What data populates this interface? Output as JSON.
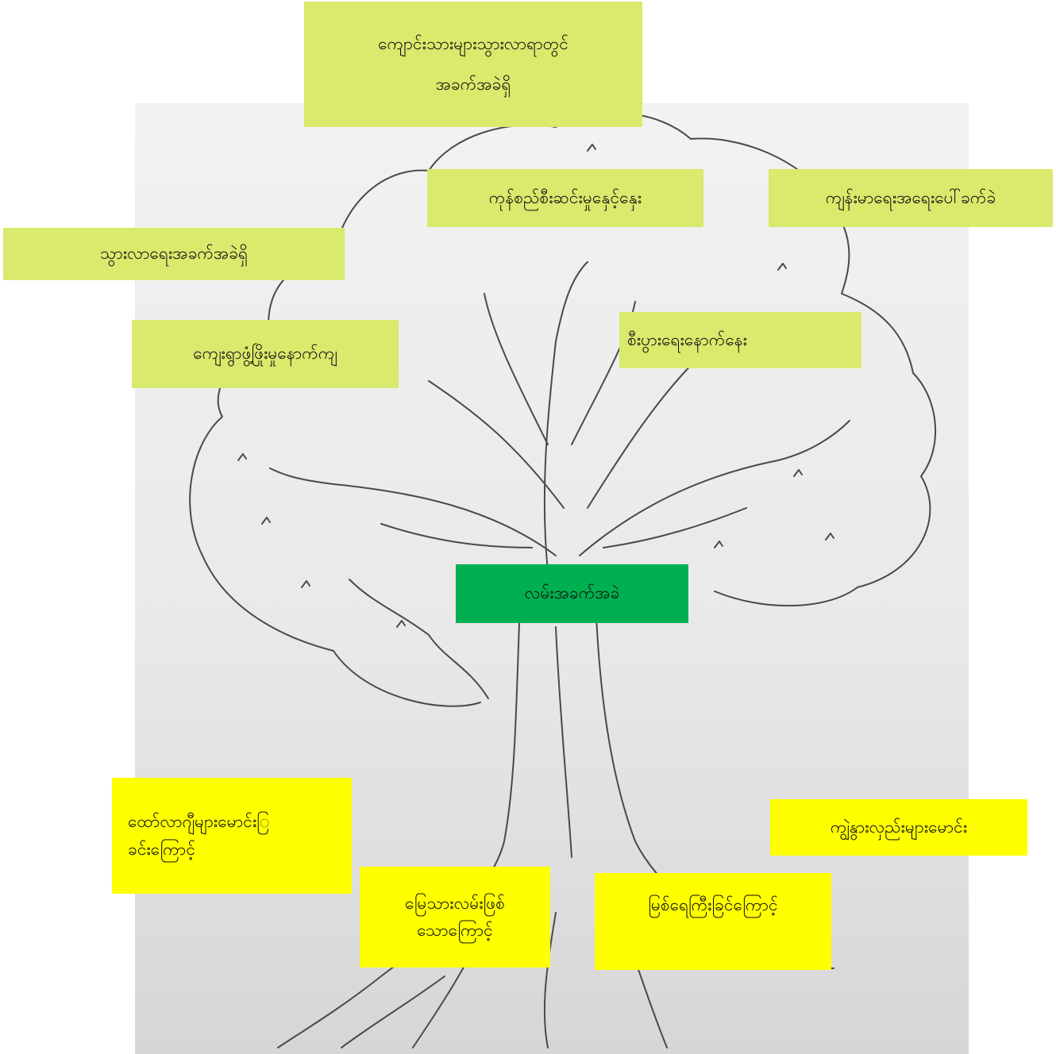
{
  "diagram": {
    "root_label": "လမ်းအခက်အခဲ",
    "problems": [
      {
        "lines": [
          "ကျောင်းသားများသွားလာရာတွင်",
          "အခက်အခဲရှိ"
        ]
      },
      {
        "lines": [
          "ကုန်စည်စီးဆင်းမှုနှေင့်နှေး"
        ]
      },
      {
        "lines": [
          "ကျန်းမာရေးအရေးပေါ်ခက်ခဲ"
        ]
      },
      {
        "lines": [
          "သွားလာရေးအခက်အခဲရှိ"
        ]
      },
      {
        "lines": [
          "ကျေးရွာဖွံ့ဖြိုးမှုနောက်ကျ"
        ]
      },
      {
        "lines": [
          "စီးပွားရေးနောက်နေး"
        ]
      }
    ],
    "causes": [
      {
        "lines": [
          "ထော်လာဂျီများမောင်းြ",
          "ခင်းကြောင့်"
        ]
      },
      {
        "lines": [
          "မြေသားလမ်းဖြစ်",
          "သောကြောင့်"
        ]
      },
      {
        "lines": [
          "မြစ်ရေကြီးခြင်ကြောင့်"
        ]
      },
      {
        "lines": [
          "ကျွဲနွားလှည်းများမောင်း"
        ]
      }
    ]
  },
  "colors": {
    "problem_box": "#d9ea6c",
    "cause_box": "#ffff00",
    "root_box": "#00b050",
    "sketch_stroke": "#3a3a3a"
  }
}
